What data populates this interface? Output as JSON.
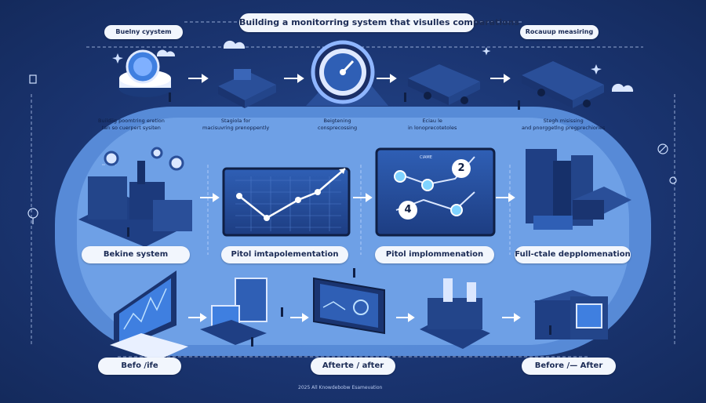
{
  "title": "Building a monitorring system that visulles comparations",
  "top_left_tag": "Buelny cyystem",
  "top_right_tag": "Rocauup measiring",
  "captions": [
    "Buildiig poomtring eretion\ntan so cuerpert sysiten",
    "Stagiola for\nmacisuvring prenoppently",
    "Beigtening\nconsprecossing",
    "Eciau le\nin lonoprecotetoles",
    "Stegh misissing\nand pnorggetlng pregprechiones"
  ],
  "stage_labels": [
    "Bekine system",
    "Pitol imtapolementation",
    "Pitol implommenation",
    "Full-ctale depplomenation"
  ],
  "chart_numbers": [
    "2",
    "4"
  ],
  "chart_small_label": "CIAME",
  "bottom_labels": [
    "Befo /ife",
    "Afterte / after",
    "Before /— After"
  ],
  "footer": "2025 All Knowdebobw Esamevation",
  "colors": {
    "background": "#1a3470",
    "band": "#5b8fdc",
    "accent": "#3f7fe0",
    "pill": "#f2f6fd"
  }
}
